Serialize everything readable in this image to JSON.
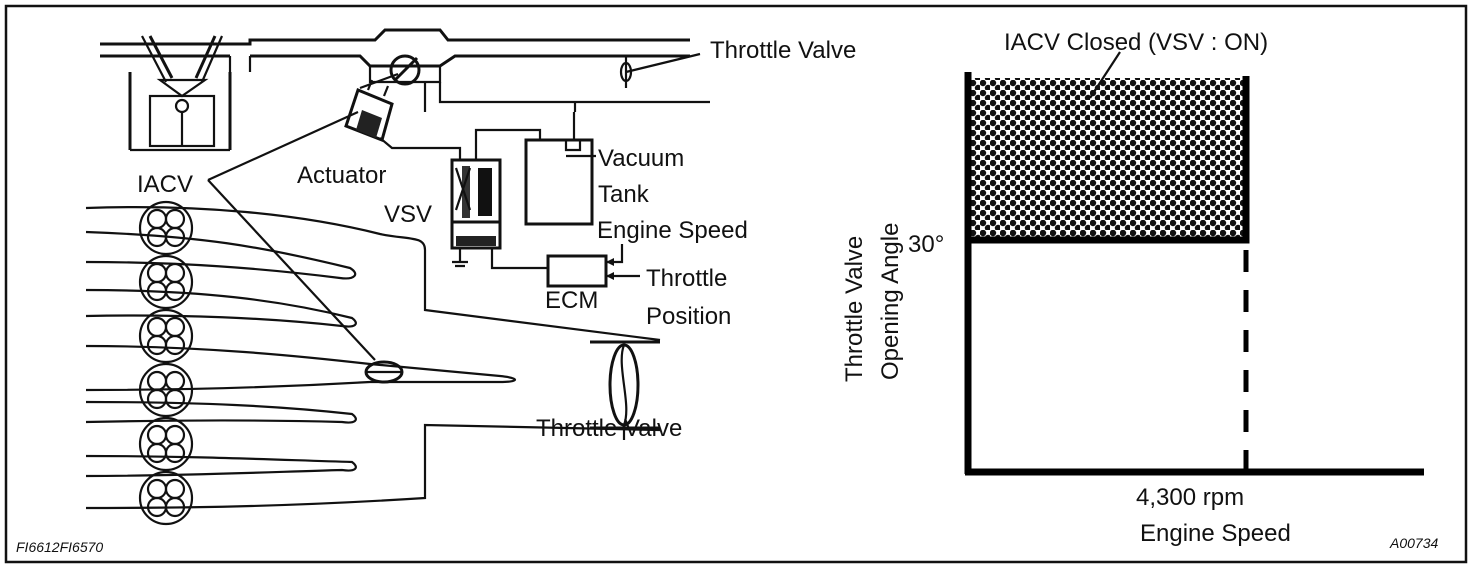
{
  "diagram": {
    "labels": {
      "throttle_valve_top": "Throttle Valve",
      "iacv": "IACV",
      "actuator": "Actuator",
      "vacuum": "Vacuum",
      "tank": "Tank",
      "vsv": "VSV",
      "engine_speed_in": "Engine Speed",
      "throttle": "Throttle",
      "position": "Position",
      "ecm": "ECM",
      "throttle_valve_bottom": "Throttle Valve",
      "code_left": "FI6612FI6570"
    }
  },
  "chart": {
    "region_label": "IACV Closed (VSV : ON)",
    "y_axis_line1": "Throttle Valve",
    "y_axis_line2": "Opening Angle",
    "y_tick": "30°",
    "x_tick": "4,300 rpm",
    "x_axis_label": "Engine Speed",
    "code_right": "A00734"
  }
}
